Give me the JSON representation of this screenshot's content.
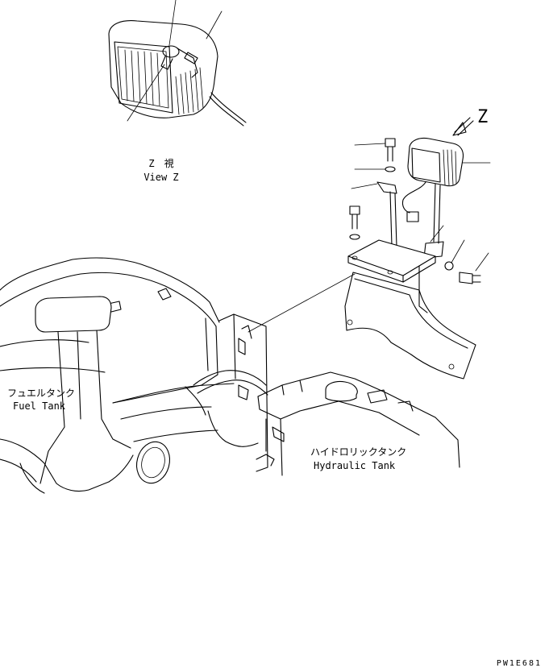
{
  "labels": {
    "view_z_jp": "Z　視",
    "view_z_en": "View Z",
    "z_marker": "Z",
    "fuel_tank_jp": "フュエルタンク",
    "fuel_tank_en": "Fuel Tank",
    "hydraulic_tank_jp": "ハイドロリックタンク",
    "hydraulic_tank_en": "Hydraulic Tank",
    "drawing_code": "PW1E681"
  }
}
